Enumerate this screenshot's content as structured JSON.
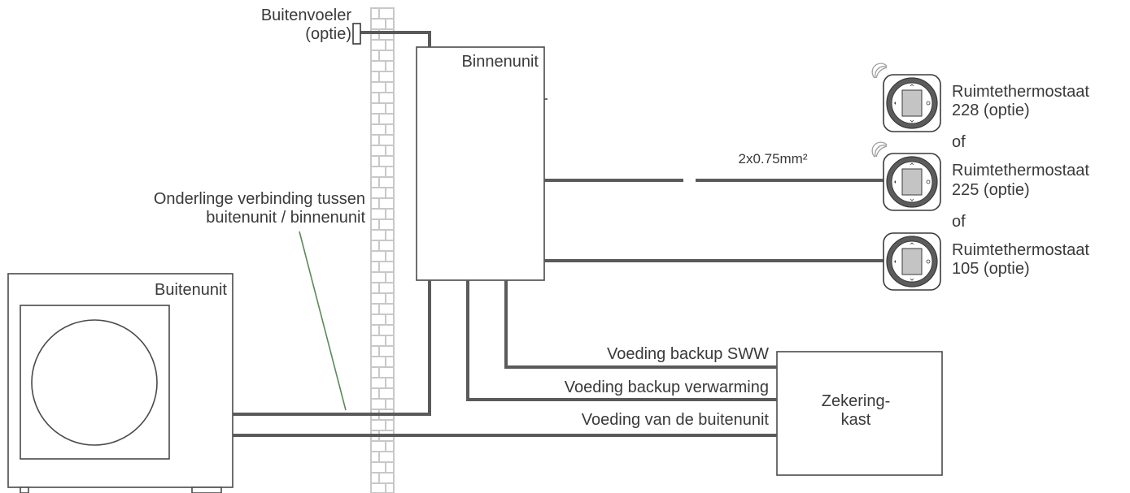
{
  "labels": {
    "sensor_line1": "Buitenvoeler",
    "sensor_line2": "(optie)",
    "indoor_unit": "Binnenunit",
    "outdoor_unit": "Buitenunit",
    "interconnect_line1": "Onderlinge verbinding tussen",
    "interconnect_line2": "buitenunit / binnenunit",
    "cable_spec": "2x0.75mm²",
    "fuse_box_line1": "Zekering-",
    "fuse_box_line2": "kast"
  },
  "supply_lines": [
    {
      "label": "Voeding backup SWW"
    },
    {
      "label": "Voeding backup verwarming"
    },
    {
      "label": "Voeding van de buitenunit"
    }
  ],
  "thermostats": [
    {
      "line1": "Ruimtethermostaat",
      "line2": "228 (optie)",
      "wireless": true
    },
    {
      "line1": "Ruimtethermostaat",
      "line2": "225 (optie)",
      "wireless": true
    },
    {
      "line1": "Ruimtethermostaat",
      "line2": "105 (optie)",
      "wireless": false
    }
  ],
  "or_word": [
    "of",
    "of"
  ],
  "colors": {
    "cable": "#5a5a5a",
    "wall_brick": "#c8c8c8",
    "leader_line": "#5a8a5a",
    "text": "#3a3a3a"
  }
}
